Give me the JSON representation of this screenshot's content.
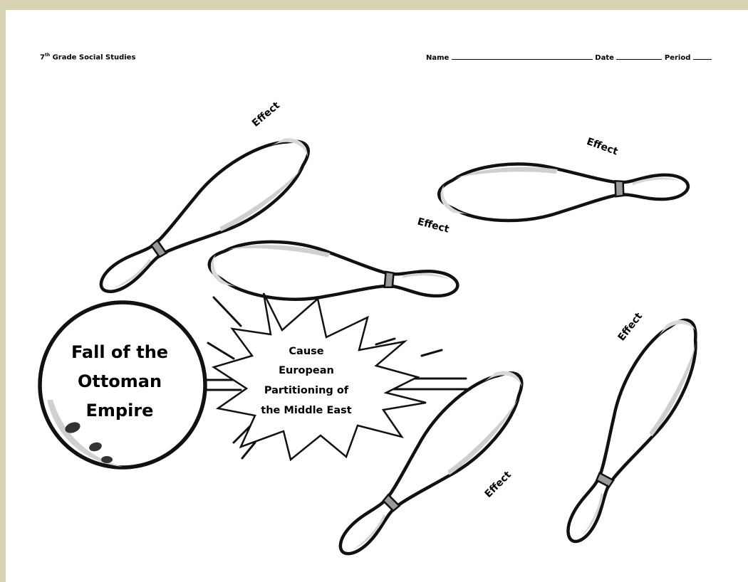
{
  "header": {
    "grade": "7",
    "grade_suffix": "th",
    "course": "Grade Social Studies",
    "name_label": "Name",
    "date_label": "Date",
    "period_label": "Period"
  },
  "ball": {
    "lines": [
      "Fall of the",
      "Ottoman",
      "Empire"
    ]
  },
  "cause": {
    "lines": [
      "Cause",
      "European",
      "Partitioning of",
      "the Middle East"
    ]
  },
  "pins": {
    "effect_label": "Effect"
  }
}
